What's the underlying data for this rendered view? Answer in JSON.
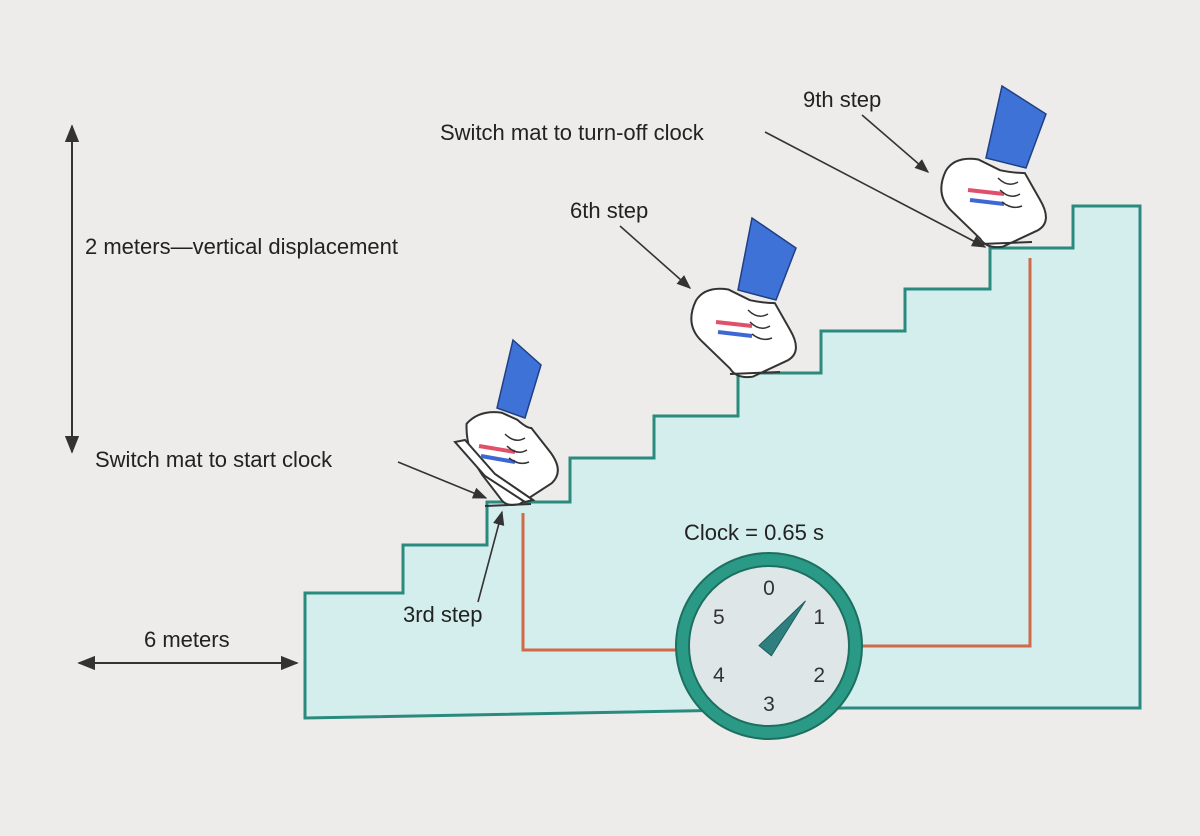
{
  "labels": {
    "vertical_displacement": "2 meters—vertical displacement",
    "horizontal_distance": "6 meters",
    "start_mat": "Switch mat to start clock",
    "stop_mat": "Switch mat to turn-off clock",
    "step_3": "3rd step",
    "step_6": "6th step",
    "step_9": "9th step",
    "clock_reading": "Clock = 0.65 s"
  },
  "clock": {
    "face_numbers": [
      "0",
      "1",
      "2",
      "3",
      "4",
      "5"
    ],
    "hand_value": 0.65,
    "dial_max": 6
  },
  "colors": {
    "background": "#edecea",
    "stair_fill": "#d3eeec",
    "stair_outline": "#2b8a7e",
    "wire": "#d06a48",
    "clock_ring": "#2a9a86",
    "clock_face": "#dfe6e8",
    "clock_hand": "#2f7f7e",
    "sock": "#3f72d6",
    "stripe_red": "#e0506a",
    "stripe_blue": "#3e67d6"
  },
  "icons": [
    "sneaker-icon",
    "double-arrow-icon"
  ]
}
